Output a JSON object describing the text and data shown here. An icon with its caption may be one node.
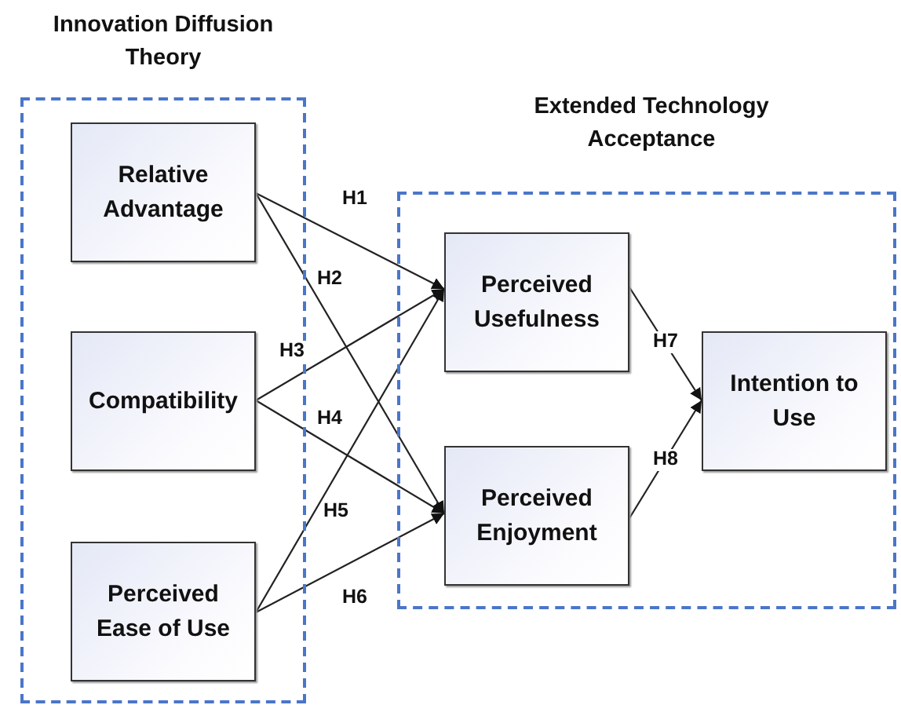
{
  "diagram": {
    "nodes": [
      {
        "text": [
          "Innovation Diffusion Theory"
        ]
      },
      {
        "text": [
          "Relative Advantage"
        ],
        "in": 0
      },
      {
        "text": [
          "Compatibility"
        ],
        "in": 0
      },
      {
        "text": [
          "Perceived Ease of Use"
        ],
        "in": 0
      },
      {
        "text": [
          "Extended Technology Acceptance"
        ]
      },
      {
        "text": [
          "Perceived Usefulness"
        ],
        "in": 4
      },
      {
        "text": [
          "Perceived Enjoyment"
        ],
        "in": 4
      },
      {
        "text": [
          "Intention to Use"
        ],
        "in": 4
      }
    ],
    "edges": [
      {
        "from": 1,
        "to": 5,
        "arrow": "to",
        "label": "H1"
      },
      {
        "from": 1,
        "to": 6,
        "arrow": "to",
        "label": "H2"
      },
      {
        "from": 2,
        "to": 5,
        "arrow": "to",
        "label": "H3"
      },
      {
        "from": 2,
        "to": 6,
        "arrow": "to",
        "label": "H4"
      },
      {
        "from": 3,
        "to": 5,
        "arrow": "to",
        "label": "H5"
      },
      {
        "from": 3,
        "to": 6,
        "arrow": "to",
        "label": "H6"
      },
      {
        "from": 5,
        "to": 7,
        "arrow": "to",
        "label": "H7"
      },
      {
        "from": 6,
        "to": 7,
        "arrow": "to",
        "label": "H8"
      }
    ]
  }
}
